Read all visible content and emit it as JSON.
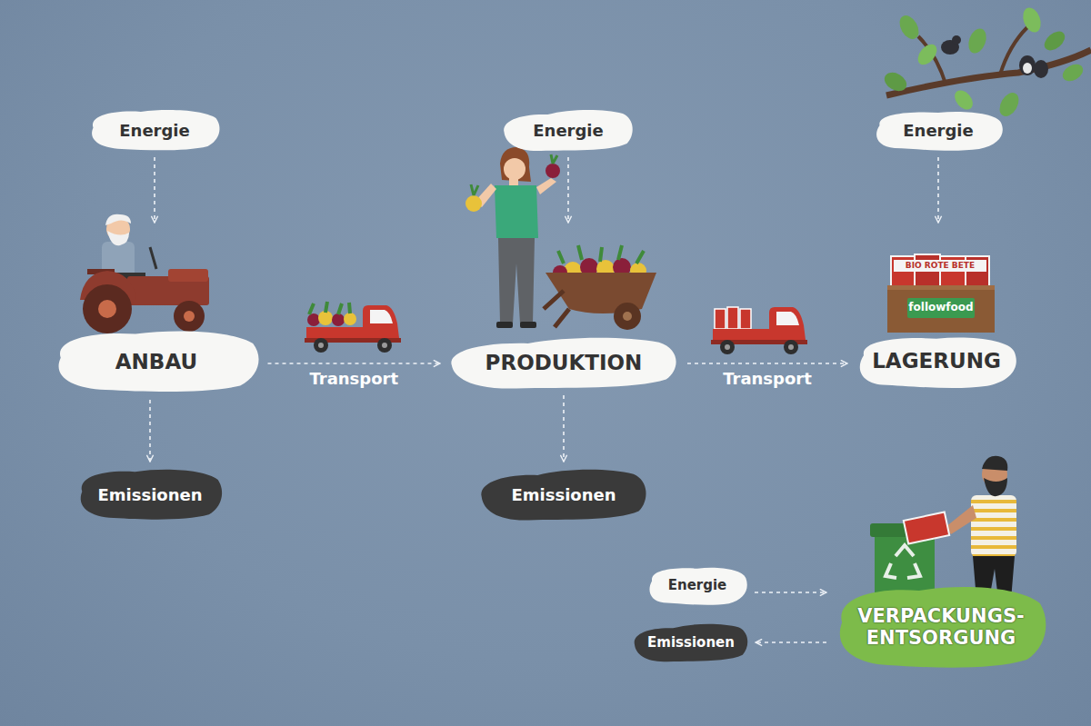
{
  "diagram": {
    "nodes": [
      {
        "text": [
          "Energie"
        ]
      },
      {
        "text": [
          "Energie"
        ]
      },
      {
        "text": [
          "Energie"
        ]
      },
      {
        "text": [
          "ANBAU"
        ]
      },
      {
        "text": [
          "PRODUKTION"
        ]
      },
      {
        "text": [
          "LAGERUNG"
        ]
      },
      {
        "text": [
          "Emissionen"
        ]
      },
      {
        "text": [
          "Emissionen"
        ]
      },
      {
        "text": [
          "Energie"
        ]
      },
      {
        "text": [
          "VERPACKUNGS- ENTSORGUNG"
        ]
      },
      {
        "text": [
          "Emissionen"
        ]
      }
    ],
    "edges": [
      {
        "from": 0,
        "to": 3,
        "arrow": "to"
      },
      {
        "from": 3,
        "to": 6,
        "arrow": "to"
      },
      {
        "from": 3,
        "to": 4,
        "label": "Transport",
        "arrow": "to"
      },
      {
        "from": 1,
        "to": 4,
        "arrow": "to"
      },
      {
        "from": 4,
        "to": 7,
        "arrow": "to"
      },
      {
        "from": 4,
        "to": 5,
        "label": "Transport",
        "arrow": "to"
      },
      {
        "from": 2,
        "to": 5,
        "arrow": "to"
      },
      {
        "from": 8,
        "to": 9,
        "arrow": "to"
      },
      {
        "from": 9,
        "to": 10,
        "arrow": "to"
      }
    ],
    "labels": [
      "followfood",
      "BIO ROTE BETE"
    ]
  }
}
